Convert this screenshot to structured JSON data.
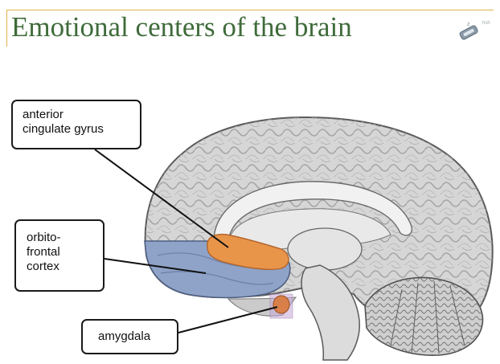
{
  "slide": {
    "title": "Emotional centers of the brain"
  },
  "logo": {
    "icon": "key-badge-icon",
    "text": "hsh"
  },
  "colors": {
    "title": "#3f6b3a",
    "accent_rule": "#e0b24a",
    "anterior_cingulate": "#e8954a",
    "orbitofrontal": "#8fa3c8",
    "amygdala": "#d9804a"
  },
  "labels": {
    "anterior_cingulate": {
      "line1": "anterior",
      "line2": "cingulate gyrus"
    },
    "orbitofrontal": {
      "line1": "orbito-",
      "line2": "frontal",
      "line3": "cortex"
    },
    "amygdala": {
      "line1": "amygdala"
    }
  }
}
